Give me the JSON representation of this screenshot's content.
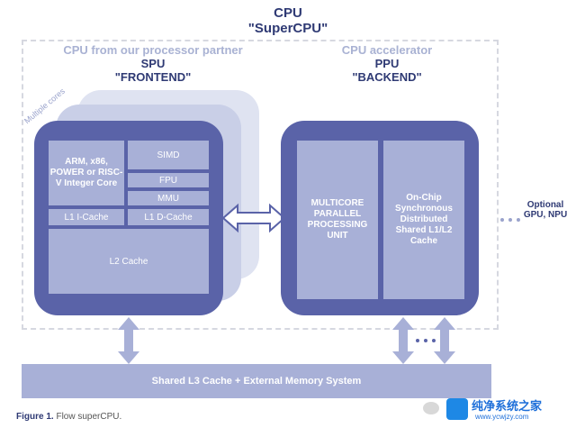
{
  "top": {
    "line1": "CPU",
    "line2": "\"SuperCPU\""
  },
  "partner": {
    "heading": "CPU from our processor partner",
    "name": "SPU",
    "role": "\"FRONTEND\""
  },
  "accel": {
    "heading": "CPU accelerator",
    "name": "PPU",
    "role": "\"BACKEND\""
  },
  "multiple_cores": "Multiple cores",
  "spu": {
    "core": "ARM, x86, POWER or RISC-V Integer Core",
    "simd": "SIMD",
    "fpu": "FPU",
    "mmu": "MMU",
    "l1i": "L1 I-Cache",
    "l1d": "L1 D-Cache",
    "l2": "L2 Cache"
  },
  "ppu": {
    "left": "MULTICORE PARALLEL PROCESSING UNIT",
    "right": "On-Chip Synchronous Distributed Shared L1/L2 Cache"
  },
  "optional": "Optional GPU, NPU",
  "l3": "Shared L3 Cache + External Memory System",
  "caption": {
    "fig": "Figure 1.",
    "text": " Flow superCPU."
  },
  "watermark": {
    "title": "纯净系统之家",
    "url": "www.ycwjzy.com"
  },
  "colors": {
    "dark_block": "#5a63a8",
    "light_box": "#a8b0d7",
    "title_text": "#2f3a74",
    "sub_text": "#a9b2d3"
  }
}
